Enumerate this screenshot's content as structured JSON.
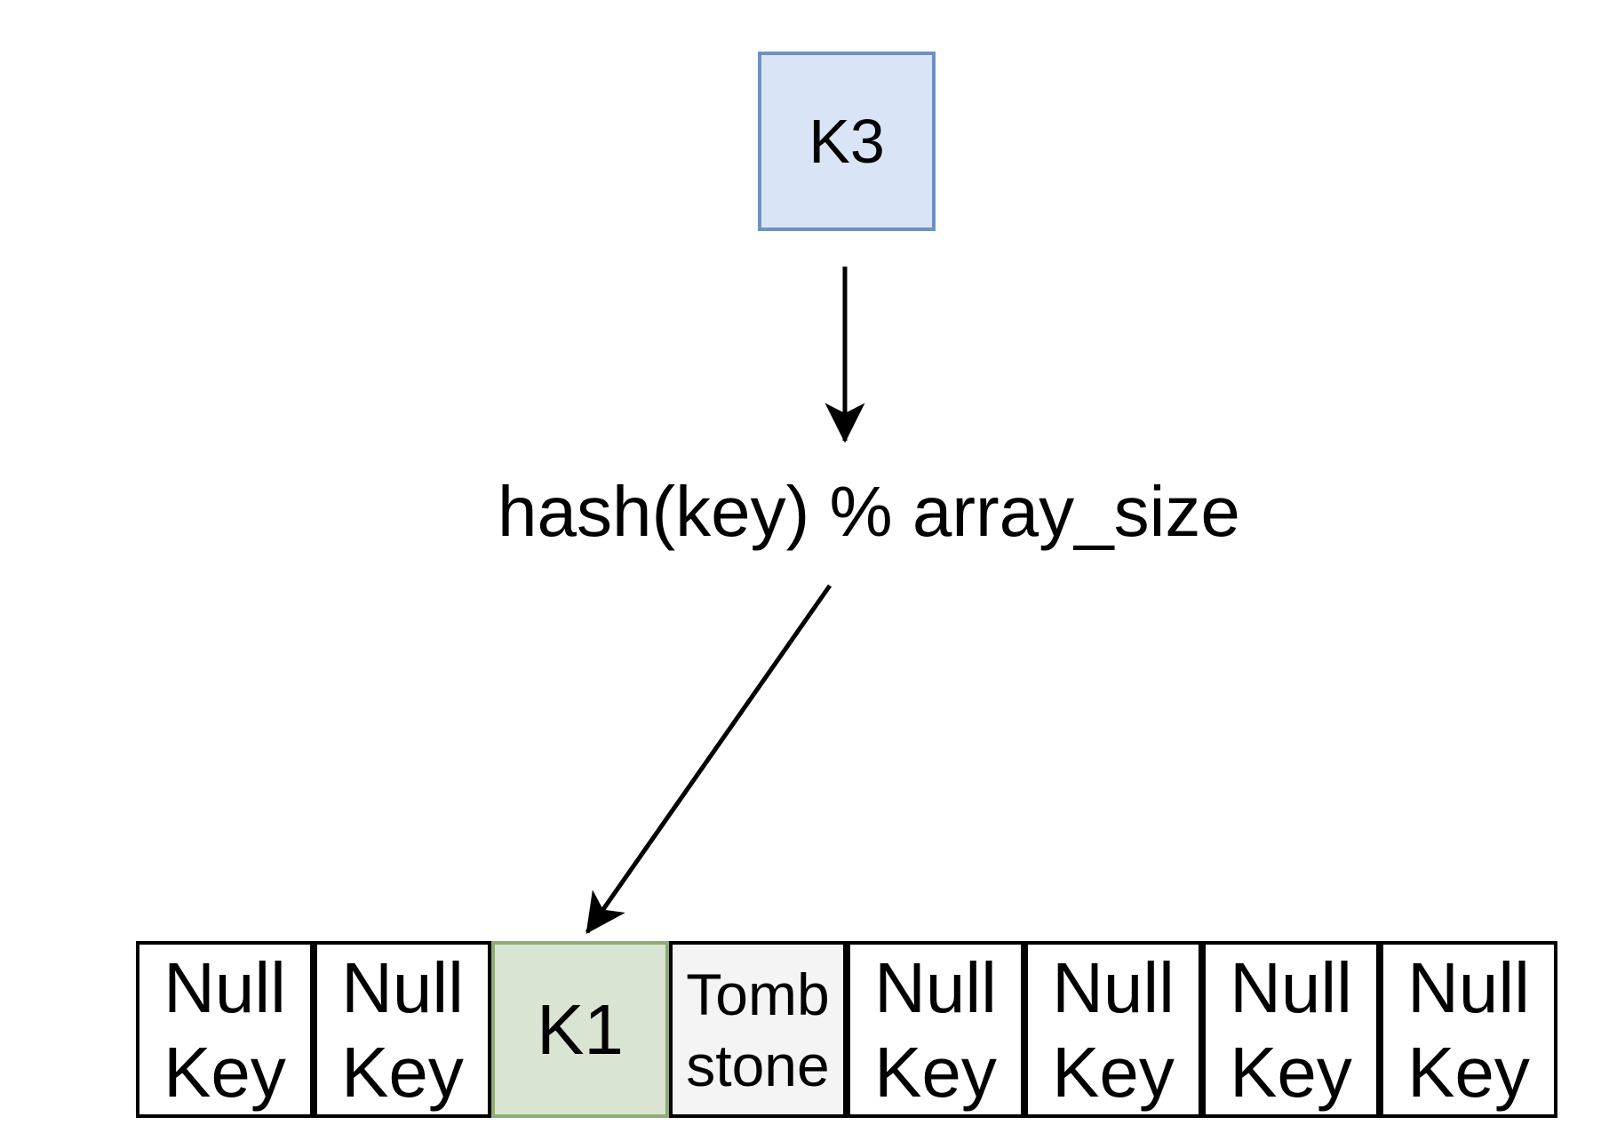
{
  "colors": {
    "key_box_fill": "#d9e5f7",
    "key_box_stroke": "#7191c1",
    "occupied_fill": "#d9e4d2",
    "occupied_stroke": "#8fac74",
    "tombstone_fill": "#f4f4f4",
    "cell_stroke": "#000000",
    "arrow": "#000000"
  },
  "key_box": {
    "label": "K3"
  },
  "hash_function": {
    "label": "hash(key) % array_size"
  },
  "hash_table": {
    "cells": [
      {
        "state": "empty",
        "lines": [
          "Null",
          "Key"
        ]
      },
      {
        "state": "empty",
        "lines": [
          "Null",
          "Key"
        ]
      },
      {
        "state": "occupied",
        "lines": [
          "K1"
        ]
      },
      {
        "state": "tombstone",
        "lines": [
          "Tomb",
          "stone"
        ]
      },
      {
        "state": "empty",
        "lines": [
          "Null",
          "Key"
        ]
      },
      {
        "state": "empty",
        "lines": [
          "Null",
          "Key"
        ]
      },
      {
        "state": "empty",
        "lines": [
          "Null",
          "Key"
        ]
      },
      {
        "state": "empty",
        "lines": [
          "Null",
          "Key"
        ]
      }
    ]
  }
}
